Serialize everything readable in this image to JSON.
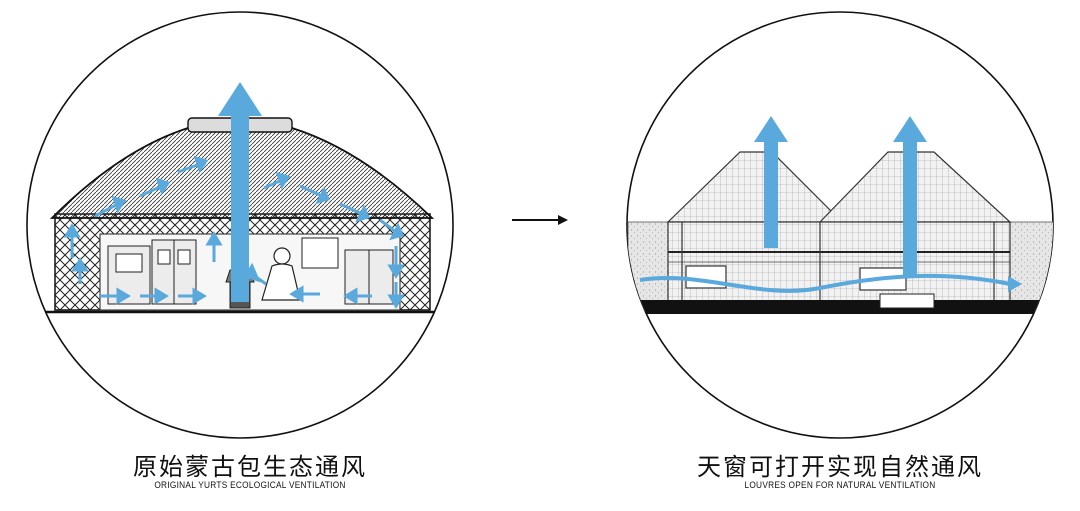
{
  "left_panel": {
    "title_cn": "原始蒙古包生态通风",
    "title_en": "ORIGINAL YURTS ECOLOGICAL VENTILATION"
  },
  "right_panel": {
    "title_cn": "天窗可打开实现自然通风",
    "title_en": "LOUVRES OPEN FOR NATURAL VENTILATION"
  },
  "colors": {
    "airflow_arrow": "#5aa9dd",
    "outline": "#111111",
    "background": "#ffffff"
  }
}
